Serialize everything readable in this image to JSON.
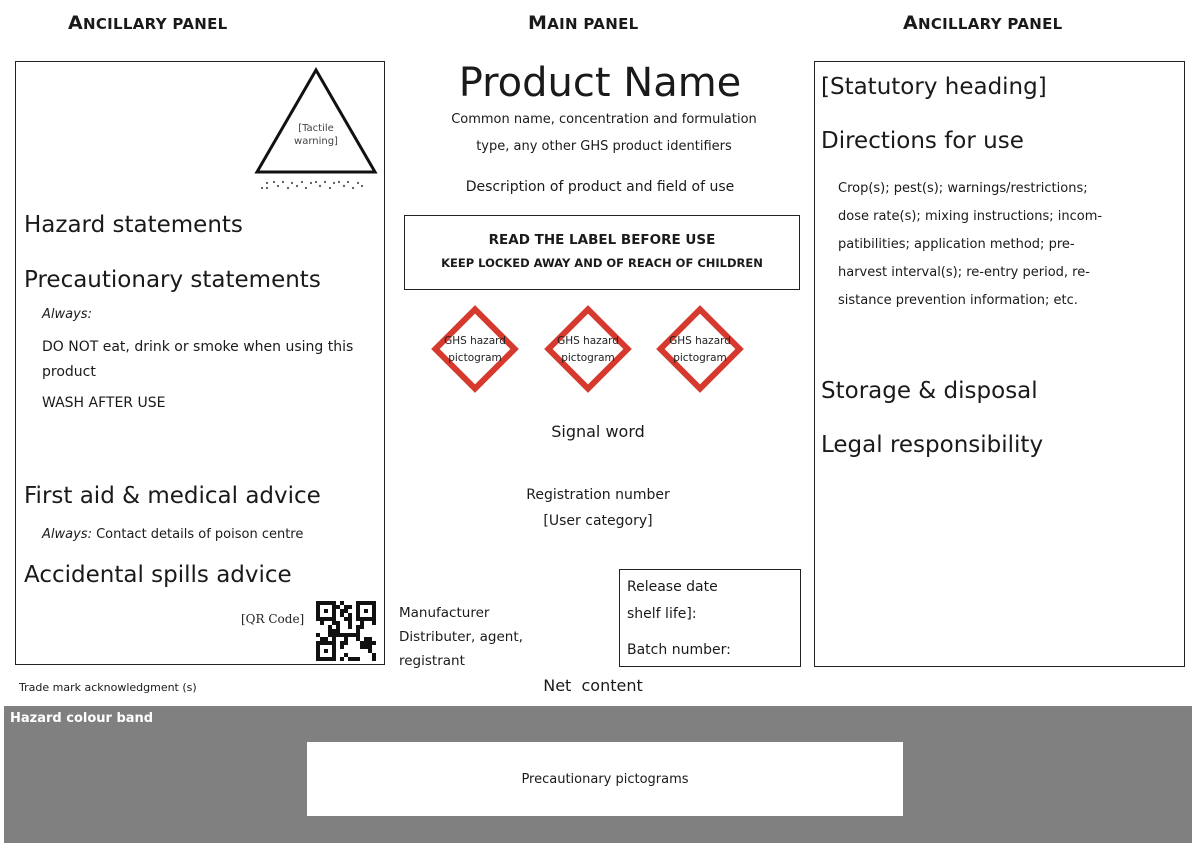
{
  "headers": {
    "left_lead": "A",
    "left_rest": "NCILLARY PANEL",
    "main_lead": "M",
    "main_rest": "AIN PANEL",
    "right_lead": "A",
    "right_rest": "NCILLARY PANEL"
  },
  "left_panel": {
    "tactile_line1": "[Tactile",
    "tactile_line2": "warning]",
    "hazard_statements": "Hazard statements",
    "precautionary_statements": "Precautionary statements",
    "always": "Always:",
    "do_not_line1": "DO NOT eat, drink or smoke when using this",
    "do_not_line2": "product",
    "wash": "WASH AFTER USE",
    "first_aid": "First aid & medical advice",
    "always2": "Always:",
    "poison_centre": "Contact details of poison centre",
    "spills": "Accidental spills advice",
    "qr_code": "[QR Code]"
  },
  "main_panel": {
    "product_name": "Product Name",
    "common_name_line1": "Common name, concentration and formulation",
    "common_name_line2": "type, any other GHS product identifiers",
    "description": "Description of product and field of use",
    "read_label": "READ THE LABEL BEFORE USE",
    "keep_locked": "KEEP LOCKED AWAY AND OF REACH OF CHILDREN",
    "pictograms": [
      {
        "line1": "GHS hazard",
        "line2": "pictogram"
      },
      {
        "line1": "GHS hazard",
        "line2": "pictogram"
      },
      {
        "line1": "GHS hazard",
        "line2": "pictogram"
      }
    ],
    "signal_word": "Signal word",
    "registration_number": "Registration number",
    "user_category": "[User category]",
    "manufacturer": "Manufacturer",
    "distributer": "Distributer, agent,",
    "registrant": "registrant",
    "release_date": "Release date",
    "shelf_life": "shelf life]:",
    "batch_number": "Batch number:",
    "net_content": "Net  content"
  },
  "right_panel": {
    "statutory_heading": "[Statutory heading]",
    "directions": "Directions for use",
    "directions_lines": [
      "Crop(s); pest(s); warnings/restrictions;",
      "dose rate(s); mixing instructions; incom-",
      "patibilities; application method; pre-",
      "harvest interval(s); re-entry period, re-",
      "sistance prevention information; etc."
    ],
    "storage": "Storage & disposal",
    "legal": "Legal responsibility"
  },
  "footer": {
    "trade_mark": "Trade mark acknowledgment (s)",
    "hazard_band": "Hazard colour band",
    "precautionary_pictograms": "Precautionary pictograms"
  },
  "colors": {
    "hazard_band": "#808080",
    "pictogram_border": "#d63a2f"
  }
}
